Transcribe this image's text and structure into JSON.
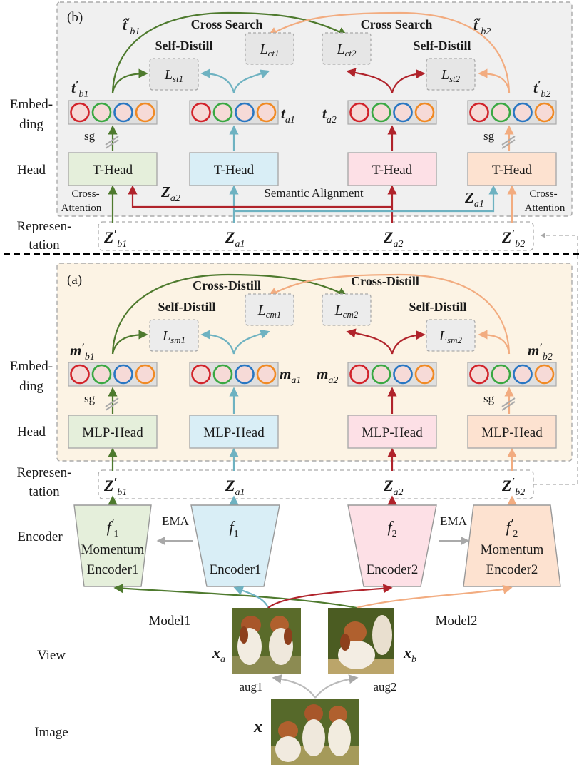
{
  "rows": {
    "embedding": [
      "Embed-",
      "ding"
    ],
    "head": "Head",
    "representation": [
      "Represen-",
      "tation"
    ],
    "encoder": "Encoder",
    "view": "View",
    "image": "Image"
  },
  "panel_b": {
    "label": "(b)",
    "cross_search": "Cross Search",
    "self_distill": "Self-Distill",
    "head_label": "T-Head",
    "cross_attention": [
      "Cross-",
      "Attention"
    ],
    "semantic_alignment": "Semantic Alignment",
    "sg": "sg",
    "losses": [
      {
        "base": "L",
        "sub": "st1"
      },
      {
        "base": "L",
        "sub": "ct1"
      },
      {
        "base": "L",
        "sub": "ct2"
      },
      {
        "base": "L",
        "sub": "st2"
      }
    ],
    "emb_labels": [
      {
        "base": "t",
        "sup": "′",
        "sub": "b1"
      },
      {
        "base": "t",
        "sup": "",
        "sub": "a1"
      },
      {
        "base": "t",
        "sup": "",
        "sub": "a2"
      },
      {
        "base": "t",
        "sup": "′",
        "sub": "b2"
      }
    ],
    "hat_labels": [
      {
        "base": "t̂",
        "sup": "′",
        "sub": "b1"
      },
      {
        "base": "t̂",
        "sup": "′",
        "sub": "b2"
      }
    ],
    "z_inline": [
      {
        "base": "Z",
        "sub": "a2"
      },
      {
        "base": "Z",
        "sub": "a1"
      }
    ]
  },
  "panel_a": {
    "label": "(a)",
    "cross_distill": "Cross-Distill",
    "self_distill": "Self-Distill",
    "head_label": "MLP-Head",
    "sg": "sg",
    "losses": [
      {
        "base": "L",
        "sub": "sm1"
      },
      {
        "base": "L",
        "sub": "cm1"
      },
      {
        "base": "L",
        "sub": "cm2"
      },
      {
        "base": "L",
        "sub": "sm2"
      }
    ],
    "emb_labels": [
      {
        "base": "m",
        "sup": "′",
        "sub": "b1"
      },
      {
        "base": "m",
        "sup": "",
        "sub": "a1"
      },
      {
        "base": "m",
        "sup": "",
        "sub": "a2"
      },
      {
        "base": "m",
        "sup": "′",
        "sub": "b2"
      }
    ]
  },
  "representations": [
    {
      "base": "Z",
      "sup": "′",
      "sub": "b1"
    },
    {
      "base": "Z",
      "sup": "",
      "sub": "a1"
    },
    {
      "base": "Z",
      "sup": "",
      "sub": "a2"
    },
    {
      "base": "Z",
      "sup": "′",
      "sub": "b2"
    }
  ],
  "encoders": [
    {
      "f": "f",
      "sup": "′",
      "sub": "1",
      "lines": [
        "Momentum",
        "Encoder1"
      ]
    },
    {
      "f": "f",
      "sup": "",
      "sub": "1",
      "lines": [
        "Encoder1"
      ]
    },
    {
      "f": "f",
      "sup": "",
      "sub": "2",
      "lines": [
        "Encoder2"
      ]
    },
    {
      "f": "f",
      "sup": "′",
      "sub": "2",
      "lines": [
        "Momentum",
        "Encoder2"
      ]
    }
  ],
  "ema": "EMA",
  "model1": "Model1",
  "model2": "Model2",
  "views": [
    {
      "base": "x",
      "sub": "a"
    },
    {
      "base": "x",
      "sub": "b"
    }
  ],
  "aug1": "aug1",
  "aug2": "aug2",
  "image_label": "x",
  "colors": {
    "green": "#4e7a2e",
    "blue": "#6eb2c1",
    "red": "#b0232b",
    "orange": "#f2ac80",
    "gray": "#a8a8a8",
    "panel_b_bg": "#f0f0f0",
    "panel_a_bg": "#fcf3e4",
    "green_fill": "#e5efdb",
    "blue_fill": "#d9eef6",
    "red_fill": "#fde0e6",
    "orange_fill": "#fde2d0"
  }
}
